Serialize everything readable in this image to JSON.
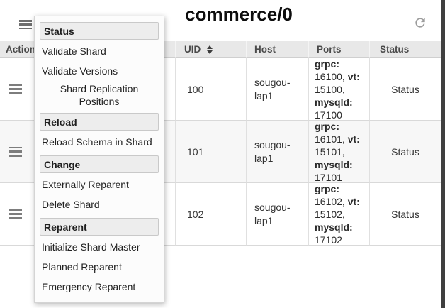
{
  "title": "commerce/0",
  "topbar": {
    "menu_icon": "hamburger-icon",
    "refresh_icon": "refresh-icon"
  },
  "menu": {
    "items": [
      {
        "type": "header",
        "label": "Status"
      },
      {
        "type": "item",
        "label": "Validate Shard"
      },
      {
        "type": "item",
        "label": "Validate Versions"
      },
      {
        "type": "item",
        "label": "Shard Replication Positions",
        "centered": true
      },
      {
        "type": "header",
        "label": "Reload"
      },
      {
        "type": "item",
        "label": "Reload Schema in Shard"
      },
      {
        "type": "header",
        "label": "Change"
      },
      {
        "type": "item",
        "label": "Externally Reparent"
      },
      {
        "type": "item",
        "label": "Delete Shard"
      },
      {
        "type": "header",
        "label": "Reparent"
      },
      {
        "type": "item",
        "label": "Initialize Shard Master"
      },
      {
        "type": "item",
        "label": "Planned Reparent"
      },
      {
        "type": "item",
        "label": "Emergency Reparent"
      }
    ]
  },
  "table": {
    "columns": [
      "Actions",
      "UID",
      "Host",
      "Ports",
      "Status"
    ],
    "sort_column": "UID",
    "rows": [
      {
        "uid": "100",
        "host": "sougou-lap1",
        "ports": [
          {
            "t": "grpc:",
            "b": true
          },
          {
            "t": " 16100, "
          },
          {
            "t": "vt:",
            "b": true
          },
          {
            "t": " 15100, "
          },
          {
            "t": "mysqld:",
            "b": true
          },
          {
            "t": " 17100"
          }
        ],
        "status": "Status"
      },
      {
        "uid": "101",
        "host": "sougou-lap1",
        "ports": [
          {
            "t": "grpc:",
            "b": true
          },
          {
            "t": " 16101, "
          },
          {
            "t": "vt:",
            "b": true
          },
          {
            "t": " 15101, "
          },
          {
            "t": "mysqld:",
            "b": true
          },
          {
            "t": " 17101"
          }
        ],
        "status": "Status"
      },
      {
        "uid": "102",
        "host": "sougou-lap1",
        "ports": [
          {
            "t": "grpc:",
            "b": true
          },
          {
            "t": " 16102, "
          },
          {
            "t": "vt:",
            "b": true
          },
          {
            "t": " 15102, "
          },
          {
            "t": "mysqld:",
            "b": true
          },
          {
            "t": " 17102"
          }
        ],
        "status": "Status"
      }
    ]
  },
  "colors": {
    "header_bg": "#e8e8e8",
    "stripe_bg": "#f7f7f7",
    "border": "#d9d9d9",
    "menu_header_bg": "#ededed",
    "text": "#333333",
    "icon_gray": "#7d7d7d"
  }
}
